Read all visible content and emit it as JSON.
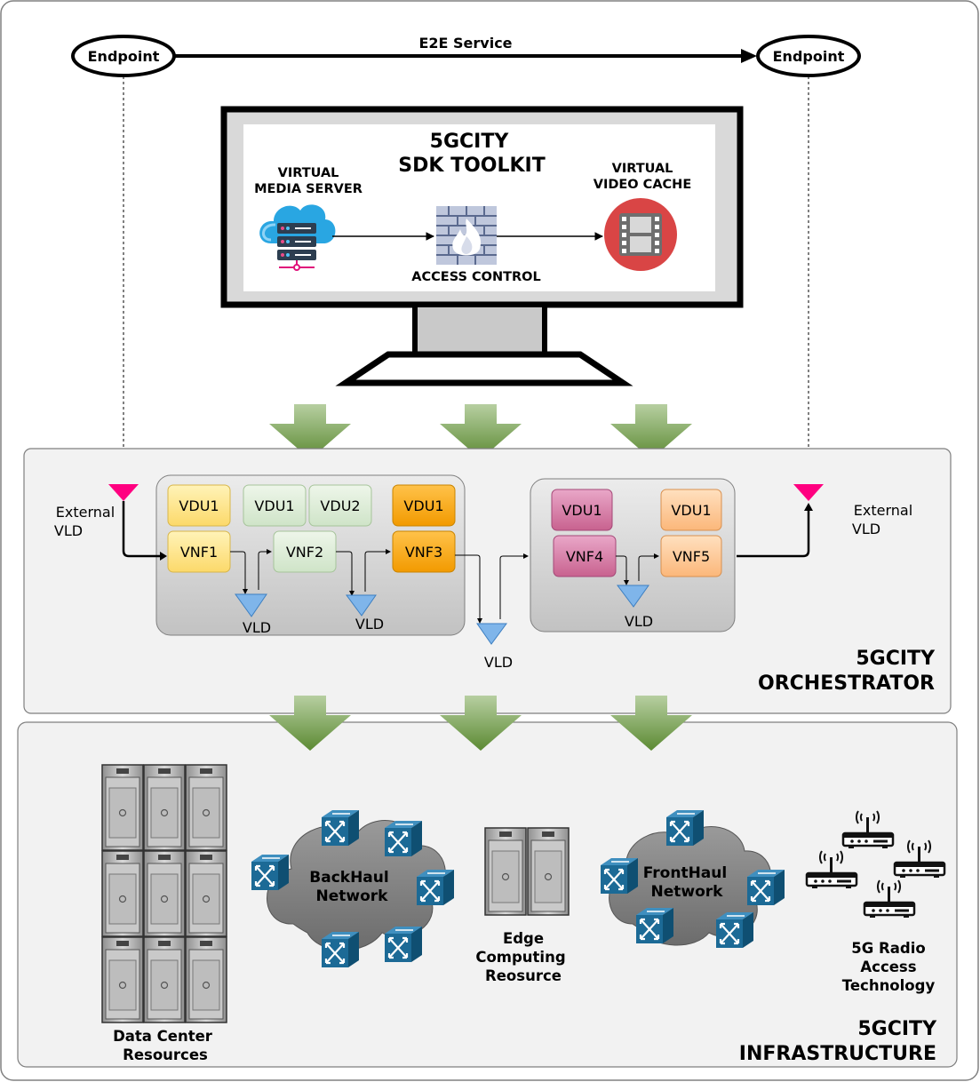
{
  "top": {
    "endpoint_left": "Endpoint",
    "endpoint_right": "Endpoint",
    "service_label": "E2E Service"
  },
  "sdk": {
    "title_line1": "5GCITY",
    "title_line2": "SDK TOOLKIT",
    "media_server_line1": "VIRTUAL",
    "media_server_line2": "MEDIA SERVER",
    "access_control": "ACCESS CONTROL",
    "video_cache_line1": "VIRTUAL",
    "video_cache_line2": "VIDEO CACHE"
  },
  "orchestrator": {
    "title_line1": "5GCITY",
    "title_line2": "ORCHESTRATOR",
    "external_left_line1": "External",
    "external_left_line2": "VLD",
    "external_right_line1": "External",
    "external_right_line2": "VLD",
    "ns1": {
      "vdu_a": "VDU1",
      "vnf1": "VNF1",
      "vdu_b1": "VDU1",
      "vdu_b2": "VDU2",
      "vnf2": "VNF2",
      "vdu_c": "VDU1",
      "vnf3": "VNF3",
      "vld_1": "VLD",
      "vld_2": "VLD"
    },
    "vld_middle": "VLD",
    "ns2": {
      "vdu_d": "VDU1",
      "vnf4": "VNF4",
      "vdu_e": "VDU1",
      "vnf5": "VNF5",
      "vld_3": "VLD"
    }
  },
  "infrastructure": {
    "title_line1": "5GCITY",
    "title_line2": "INFRASTRUCTURE",
    "datacenter_line1": "Data Center",
    "datacenter_line2": "Resources",
    "backhaul_line1": "BackHaul",
    "backhaul_line2": "Network",
    "edge_line1": "Edge",
    "edge_line2": "Computing",
    "edge_line3": "Reosurce",
    "fronthaul_line1": "FrontHaul",
    "fronthaul_line2": "Network",
    "radio_line1": "5G Radio",
    "radio_line2": "Access",
    "radio_line3": "Technology"
  },
  "colors": {
    "vnf1": "#fde58c",
    "vnf2": "#d5e8d4",
    "vnf3": "#f5a623",
    "vnf4": "#d67bab",
    "vnf5": "#fbc58f",
    "vld_triangle": "#7fb5ea",
    "external_vld": "#ff0080",
    "green_arrow": "#6a9a3c",
    "switch_blue": "#1c6a96"
  }
}
